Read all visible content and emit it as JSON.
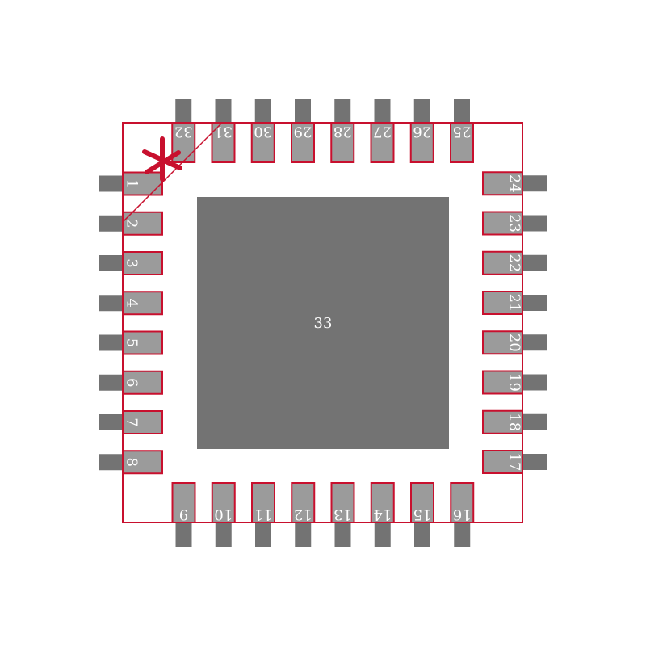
{
  "footprint": {
    "pins_left": [
      "1",
      "2",
      "3",
      "4",
      "5",
      "6",
      "7",
      "8"
    ],
    "pins_bottom": [
      "9",
      "10",
      "11",
      "12",
      "13",
      "14",
      "15",
      "16"
    ],
    "pins_right": [
      "17",
      "18",
      "19",
      "20",
      "21",
      "22",
      "23",
      "24"
    ],
    "pins_top": [
      "25",
      "26",
      "27",
      "28",
      "29",
      "30",
      "31",
      "32"
    ],
    "thermal_pad_label": "33",
    "colors": {
      "outline": "#c8102e",
      "pad_fill": "#9b9b9b",
      "lead_fill": "#737373",
      "label": "#ffffff"
    }
  }
}
